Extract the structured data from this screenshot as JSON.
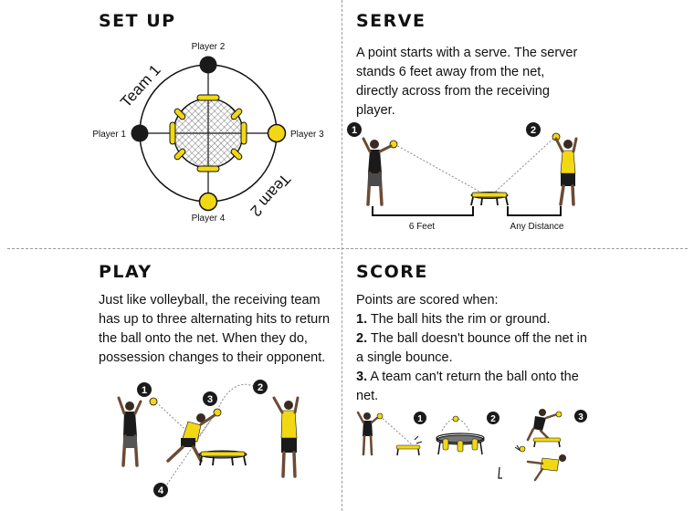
{
  "setup": {
    "heading": "SET UP",
    "players": [
      "Player 1",
      "Player 2",
      "Player 3",
      "Player 4"
    ],
    "teams": [
      "Team 1",
      "Team 2"
    ]
  },
  "serve": {
    "heading": "SERVE",
    "text": "A point starts with a serve. The server stands 6 feet away from the net, directly across from the receiving player.",
    "markers": [
      "1",
      "2"
    ],
    "distances": [
      "6 Feet",
      "Any Distance"
    ]
  },
  "play": {
    "heading": "PLAY",
    "text": "Just like volleyball, the receiving team has up to three alternating hits to return the ball onto the net. When they do, possession changes to their opponent.",
    "markers": [
      "1",
      "2",
      "3",
      "4"
    ]
  },
  "score": {
    "heading": "SCORE",
    "intro": "Points are scored when:",
    "rules": [
      {
        "num": "1.",
        "text": "The ball hits the rim or ground."
      },
      {
        "num": "2.",
        "text": "The ball doesn't bounce off the net in a single bounce."
      },
      {
        "num": "3.",
        "text": "A team can't return the ball onto the net."
      }
    ],
    "markers": [
      "1",
      "2",
      "3"
    ]
  },
  "colors": {
    "yellow": "#f2d813",
    "black": "#1a1a1a",
    "divider": "#999999"
  }
}
